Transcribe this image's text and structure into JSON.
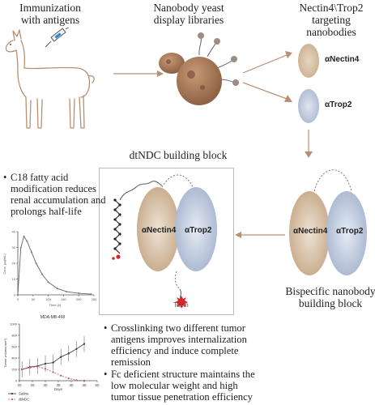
{
  "steps": {
    "immunization": "Immunization\nwith antigens",
    "library": "Nanobody yeast\ndisplay libraries",
    "targeting": "Nectin4\\Trop2\ntargeting nanobodies",
    "building_block": "dtNDC building block",
    "bispecific": "Bispecific nanobody\nbuilding block"
  },
  "nanobodies": {
    "nectin4": "αNectin4",
    "trop2": "αTrop2"
  },
  "toxin_label": "Toxin",
  "notes": {
    "c18": "C18 fatty acid modification reduces renal accumulation and prolongs half-life",
    "crosslinking": "Crosslinking two different tumor antigens improves internalization efficiency and induce complete remission",
    "fc_deficient": "Fc deficient structure maintains the low molecular weight and high tumor tissue penetration efficiency"
  },
  "colors": {
    "nectin4": "#c9ad8c",
    "trop2": "#aab6cf",
    "arrow": "#b98f75",
    "llama_outline": "#b7916f",
    "yeast": "#a87658",
    "toxin": "#d7262b"
  },
  "charts": [
    {
      "type": "line",
      "title": "",
      "xlabel": "Time (h)",
      "ylabel": "Conc. (μg/mL)",
      "xlim": [
        0,
        250
      ],
      "ylim": [
        0,
        40
      ],
      "x_ticks": [
        "0",
        "50",
        "100",
        "150",
        "200",
        "250"
      ],
      "y_ticks": [
        "0",
        "10",
        "20",
        "30",
        "40"
      ],
      "series": [
        {
          "name": "",
          "x": [
            0,
            10,
            20,
            30,
            45,
            60,
            80,
            100,
            130,
            160,
            200,
            240
          ],
          "y": [
            0,
            30,
            37,
            34,
            27,
            20,
            13,
            8,
            4,
            2,
            1,
            0.5
          ]
        }
      ]
    },
    {
      "type": "line",
      "title": "MDA-MB-468",
      "xlabel": "Days",
      "ylabel": "Tumor volume(mm³)",
      "xlim": [
        20,
        50
      ],
      "ylim": [
        0,
        1000
      ],
      "x_ticks": [
        "20",
        "25",
        "30",
        "35",
        "40",
        "45",
        "50"
      ],
      "y_ticks": [
        "0",
        "200",
        "400",
        "600",
        "800",
        "1000"
      ],
      "series": [
        {
          "name": "Saline",
          "x": [
            21,
            24,
            27,
            30,
            33,
            36,
            39,
            42,
            45
          ],
          "y": [
            200,
            240,
            260,
            300,
            320,
            420,
            480,
            560,
            650
          ]
        },
        {
          "name": "dtNDC",
          "x": [
            21,
            24,
            27,
            30,
            33,
            36,
            39,
            42,
            45
          ],
          "y": [
            200,
            230,
            250,
            210,
            150,
            90,
            40,
            10,
            0
          ]
        }
      ]
    }
  ]
}
